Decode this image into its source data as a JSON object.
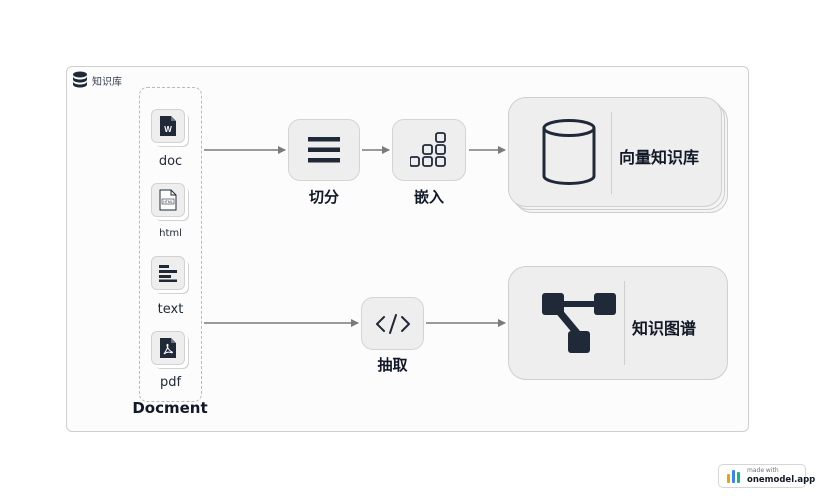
{
  "frame": {
    "title": "知识库"
  },
  "documents": {
    "title": "Docment",
    "items": [
      {
        "label": "doc",
        "icon": "word-doc-icon"
      },
      {
        "label": "html",
        "icon": "html-file-icon"
      },
      {
        "label": "text",
        "icon": "text-lines-icon"
      },
      {
        "label": "pdf",
        "icon": "pdf-file-icon"
      }
    ]
  },
  "steps": {
    "split": {
      "label": "切分",
      "icon": "hamburger-lines-icon"
    },
    "embed": {
      "label": "嵌入",
      "icon": "grid-blocks-icon"
    },
    "extract": {
      "label": "抽取",
      "icon": "code-brackets-icon"
    }
  },
  "stores": {
    "vector": {
      "label": "向量知识库",
      "icon": "cylinder-database-icon"
    },
    "graph": {
      "label": "知识图谱",
      "icon": "graph-nodes-icon"
    }
  },
  "badge": {
    "small": "made with",
    "main": "onemodel.app"
  },
  "colors": {
    "icon_dark": "#1f2937",
    "arrow": "#7a7a7a",
    "node_fill": "#eeeeee"
  }
}
